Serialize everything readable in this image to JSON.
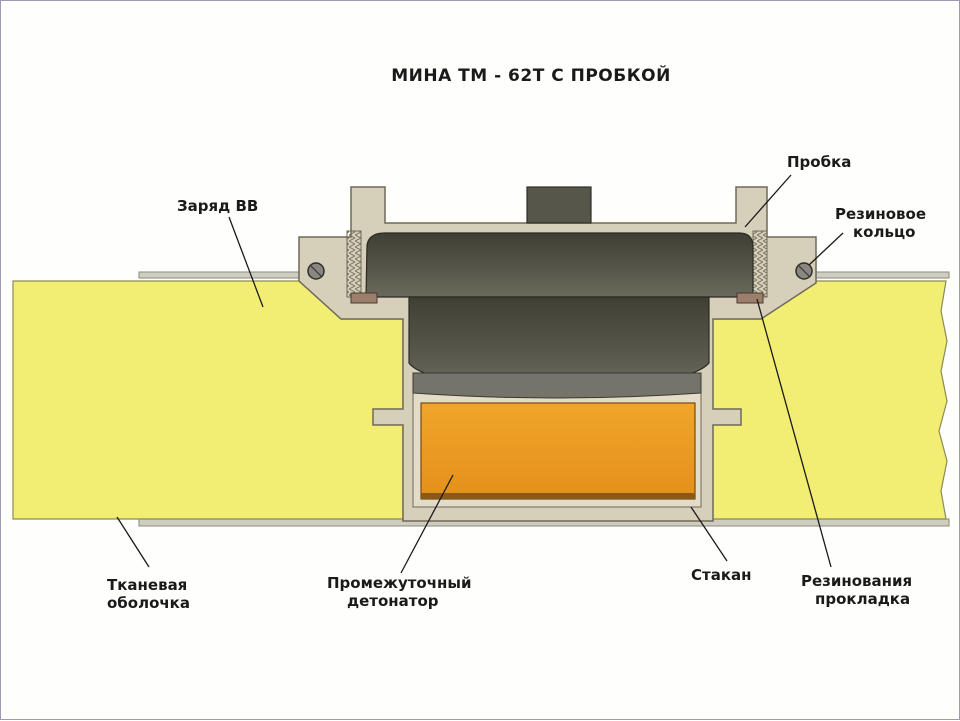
{
  "title": "МИНА ТМ - 62Т С ПРОБКОЙ",
  "labels": {
    "charge": "Заряд ВВ",
    "plug": "Пробка",
    "ring_line1": "Резиновое",
    "ring_line2": "кольцо",
    "fabric_line1": "Тканевая",
    "fabric_line2": "оболочка",
    "detonator_line1": "Промежуточный",
    "detonator_line2": "детонатор",
    "cup": "Стакан",
    "gasket_line1": "Резинования",
    "gasket_line2": "прокладка"
  },
  "colors": {
    "explosive": "#f2ee74",
    "detonator": "#e9981a",
    "plug_body": "#4a4a3e",
    "housing": "#d6cfba",
    "shell_line": "#b9b7a8"
  }
}
